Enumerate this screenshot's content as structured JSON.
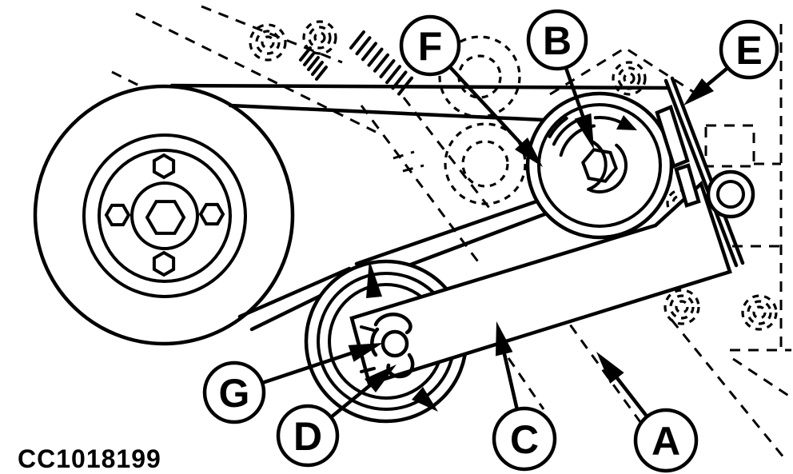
{
  "figure": {
    "kind": "belt-tensioner-illustration",
    "part_code": "CC1018199",
    "callouts": [
      {
        "letter": "F"
      },
      {
        "letter": "B"
      },
      {
        "letter": "E"
      },
      {
        "letter": "G"
      },
      {
        "letter": "D"
      },
      {
        "letter": "C"
      },
      {
        "letter": "A"
      }
    ]
  },
  "icons": {
    "leader_arrow": "filled-triangle-arrow",
    "rotation_arrow": "curved-clockwise-arrow",
    "swing_arrow": "double-ended-arc-arrow"
  },
  "colors": {
    "line": "#000000",
    "background": "#ffffff"
  }
}
